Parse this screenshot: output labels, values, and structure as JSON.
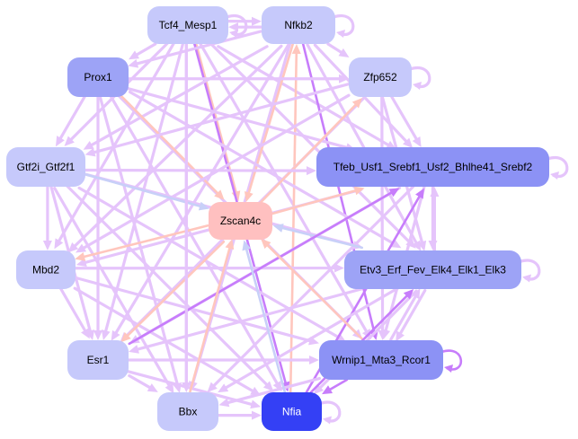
{
  "nodes": [
    {
      "id": "tcf4",
      "label": "Tcf4_Mesp1",
      "color": "#c6c9fb",
      "text": "#000000"
    },
    {
      "id": "nfkb2",
      "label": "Nfkb2",
      "color": "#c6c9fb",
      "text": "#000000"
    },
    {
      "id": "prox1",
      "label": "Prox1",
      "color": "#9da3f6",
      "text": "#000000"
    },
    {
      "id": "zfp652",
      "label": "Zfp652",
      "color": "#c6c9fb",
      "text": "#000000"
    },
    {
      "id": "gtf2i",
      "label": "Gtf2i_Gtf2f1",
      "color": "#c6c9fb",
      "text": "#000000"
    },
    {
      "id": "tfeb",
      "label": "Tfeb_Usf1_Srebf1_Usf2_Bhlhe41_Srebf2",
      "color": "#8c92f5",
      "text": "#000000"
    },
    {
      "id": "zscan4c",
      "label": "Zscan4c",
      "color": "#ffc0c0",
      "text": "#000000"
    },
    {
      "id": "mbd2",
      "label": "Mbd2",
      "color": "#c6c9fb",
      "text": "#000000"
    },
    {
      "id": "etv3",
      "label": "Etv3_Erf_Fev_Elk4_Elk1_Elk3",
      "color": "#9da3f6",
      "text": "#000000"
    },
    {
      "id": "esr1",
      "label": "Esr1",
      "color": "#c6c9fb",
      "text": "#000000"
    },
    {
      "id": "wrnip1",
      "label": "Wrnip1_Mta3_Rcor1",
      "color": "#8c92f5",
      "text": "#000000"
    },
    {
      "id": "bbx",
      "label": "Bbx",
      "color": "#c6c9fb",
      "text": "#000000"
    },
    {
      "id": "nfia",
      "label": "Nfia",
      "color": "#3440f5",
      "text": "#ffffff"
    }
  ],
  "edges": [
    [
      "tcf4",
      "nfkb2",
      "light"
    ],
    [
      "nfkb2",
      "tcf4",
      "light"
    ],
    [
      "tcf4",
      "prox1",
      "light"
    ],
    [
      "tcf4",
      "gtf2i",
      "light"
    ],
    [
      "tcf4",
      "tfeb",
      "light"
    ],
    [
      "tcf4",
      "etv3",
      "light"
    ],
    [
      "tcf4",
      "wrnip1",
      "light"
    ],
    [
      "tcf4",
      "esr1",
      "light"
    ],
    [
      "tcf4",
      "bbx",
      "light"
    ],
    [
      "tcf4",
      "mbd2",
      "light"
    ],
    [
      "tcf4",
      "zscan4c",
      "salmon"
    ],
    [
      "tcf4",
      "nfia",
      "purple"
    ],
    [
      "nfkb2",
      "zfp652",
      "light"
    ],
    [
      "nfkb2",
      "tfeb",
      "light"
    ],
    [
      "nfkb2",
      "prox1",
      "light"
    ],
    [
      "nfkb2",
      "gtf2i",
      "light"
    ],
    [
      "nfkb2",
      "esr1",
      "light"
    ],
    [
      "nfkb2",
      "wrnip1",
      "purple"
    ],
    [
      "nfkb2",
      "etv3",
      "light"
    ],
    [
      "nfkb2",
      "bbx",
      "light"
    ],
    [
      "nfkb2",
      "mbd2",
      "light"
    ],
    [
      "nfia",
      "nfkb2",
      "salmon"
    ],
    [
      "nfkb2",
      "zscan4c",
      "salmon"
    ],
    [
      "prox1",
      "gtf2i",
      "light"
    ],
    [
      "prox1",
      "tfeb",
      "light"
    ],
    [
      "prox1",
      "etv3",
      "light"
    ],
    [
      "prox1",
      "wrnip1",
      "light"
    ],
    [
      "prox1",
      "esr1",
      "light"
    ],
    [
      "prox1",
      "zfp652",
      "light"
    ],
    [
      "prox1",
      "bbx",
      "light"
    ],
    [
      "prox1",
      "zscan4c",
      "salmon"
    ],
    [
      "prox1",
      "nfia",
      "light"
    ],
    [
      "zfp652",
      "tfeb",
      "light"
    ],
    [
      "zfp652",
      "gtf2i",
      "light"
    ],
    [
      "zfp652",
      "etv3",
      "light"
    ],
    [
      "zfp652",
      "esr1",
      "light"
    ],
    [
      "zfp652",
      "wrnip1",
      "light"
    ],
    [
      "zfp652",
      "mbd2",
      "light"
    ],
    [
      "zscan4c",
      "zfp652",
      "salmon"
    ],
    [
      "gtf2i",
      "tfeb",
      "light"
    ],
    [
      "gtf2i",
      "etv3",
      "light"
    ],
    [
      "gtf2i",
      "mbd2",
      "light"
    ],
    [
      "gtf2i",
      "esr1",
      "light"
    ],
    [
      "gtf2i",
      "wrnip1",
      "light"
    ],
    [
      "gtf2i",
      "bbx",
      "light"
    ],
    [
      "gtf2i",
      "zscan4c",
      "blue"
    ],
    [
      "gtf2i",
      "nfia",
      "light"
    ],
    [
      "tfeb",
      "etv3",
      "light"
    ],
    [
      "etv3",
      "tfeb",
      "light"
    ],
    [
      "tfeb",
      "wrnip1",
      "light"
    ],
    [
      "tfeb",
      "mbd2",
      "light"
    ],
    [
      "tfeb",
      "esr1",
      "light"
    ],
    [
      "tfeb",
      "bbx",
      "light"
    ],
    [
      "zscan4c",
      "tfeb",
      "salmon"
    ],
    [
      "nfia",
      "tfeb",
      "purple"
    ],
    [
      "mbd2",
      "esr1",
      "light"
    ],
    [
      "mbd2",
      "etv3",
      "light"
    ],
    [
      "mbd2",
      "wrnip1",
      "light"
    ],
    [
      "mbd2",
      "nfia",
      "light"
    ],
    [
      "zscan4c",
      "mbd2",
      "salmon"
    ],
    [
      "etv3",
      "wrnip1",
      "light"
    ],
    [
      "wrnip1",
      "etv3",
      "light"
    ],
    [
      "etv3",
      "esr1",
      "light"
    ],
    [
      "etv3",
      "bbx",
      "light"
    ],
    [
      "etv3",
      "zscan4c",
      "blue"
    ],
    [
      "etv3",
      "nfia",
      "light"
    ],
    [
      "esr1",
      "bbx",
      "light"
    ],
    [
      "esr1",
      "wrnip1",
      "light"
    ],
    [
      "esr1",
      "tfeb",
      "purple"
    ],
    [
      "esr1",
      "nfia",
      "light"
    ],
    [
      "zscan4c",
      "esr1",
      "salmon"
    ],
    [
      "wrnip1",
      "bbx",
      "light"
    ],
    [
      "wrnip1",
      "nfia",
      "purple"
    ],
    [
      "wrnip1",
      "zscan4c",
      "salmon"
    ],
    [
      "bbx",
      "nfia",
      "light"
    ],
    [
      "bbx",
      "zscan4c",
      "salmon"
    ],
    [
      "nfia",
      "zscan4c",
      "blue"
    ],
    [
      "nfia",
      "etv3",
      "purple"
    ],
    [
      "tcf4",
      "bbx",
      "light"
    ],
    [
      "tcf4",
      "tcf4",
      "light"
    ],
    [
      "nfkb2",
      "nfkb2",
      "light"
    ],
    [
      "zfp652",
      "zfp652",
      "light"
    ],
    [
      "tfeb",
      "tfeb",
      "light"
    ],
    [
      "etv3",
      "etv3",
      "light"
    ],
    [
      "wrnip1",
      "wrnip1",
      "purple"
    ],
    [
      "nfia",
      "nfia",
      "light"
    ]
  ],
  "edge_colors": {
    "light": "#e5c4fb",
    "purple": "#c77dfb",
    "salmon": "#ffc6bd",
    "blue": "#c8d0f8"
  }
}
